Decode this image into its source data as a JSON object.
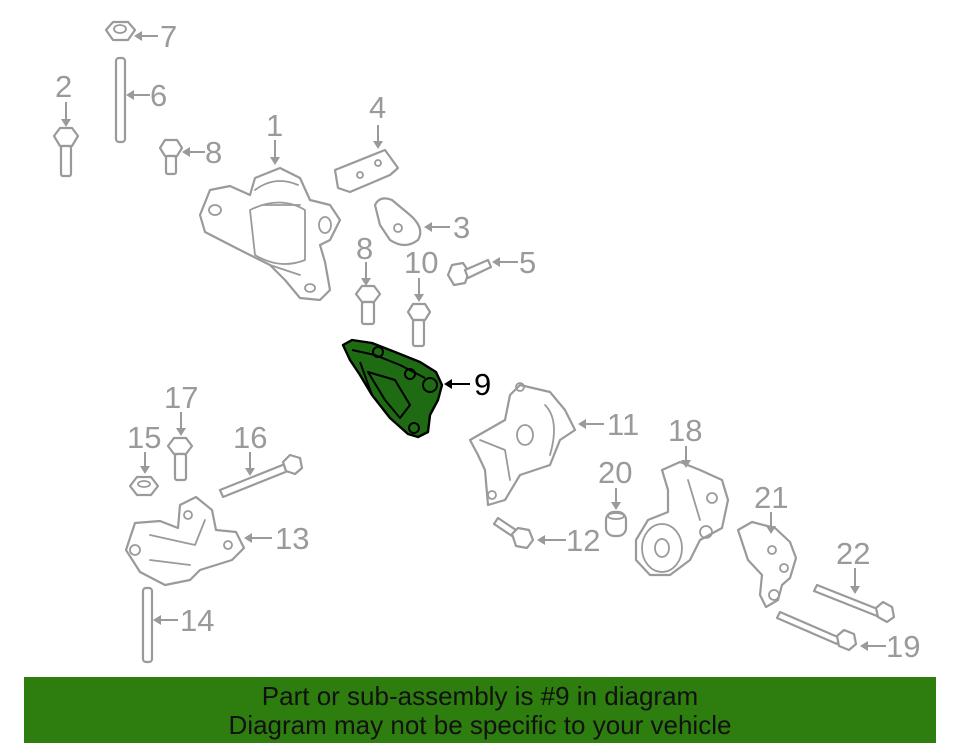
{
  "diagram": {
    "highlight_color": "#1f6b14",
    "callouts": {
      "n1": "1",
      "n2": "2",
      "n3": "3",
      "n4": "4",
      "n5": "5",
      "n6": "6",
      "n7": "7",
      "n8a": "8",
      "n8b": "8",
      "n9": "9",
      "n10": "10",
      "n11": "11",
      "n12": "12",
      "n13": "13",
      "n14": "14",
      "n15": "15",
      "n16": "16",
      "n17": "17",
      "n18": "18",
      "n19": "19",
      "n20": "20",
      "n21": "21",
      "n22": "22"
    }
  },
  "banner": {
    "color": "#2e7d0f",
    "line1": "Part or sub-assembly is #9 in diagram",
    "line2": "Diagram may not be specific to your vehicle"
  }
}
